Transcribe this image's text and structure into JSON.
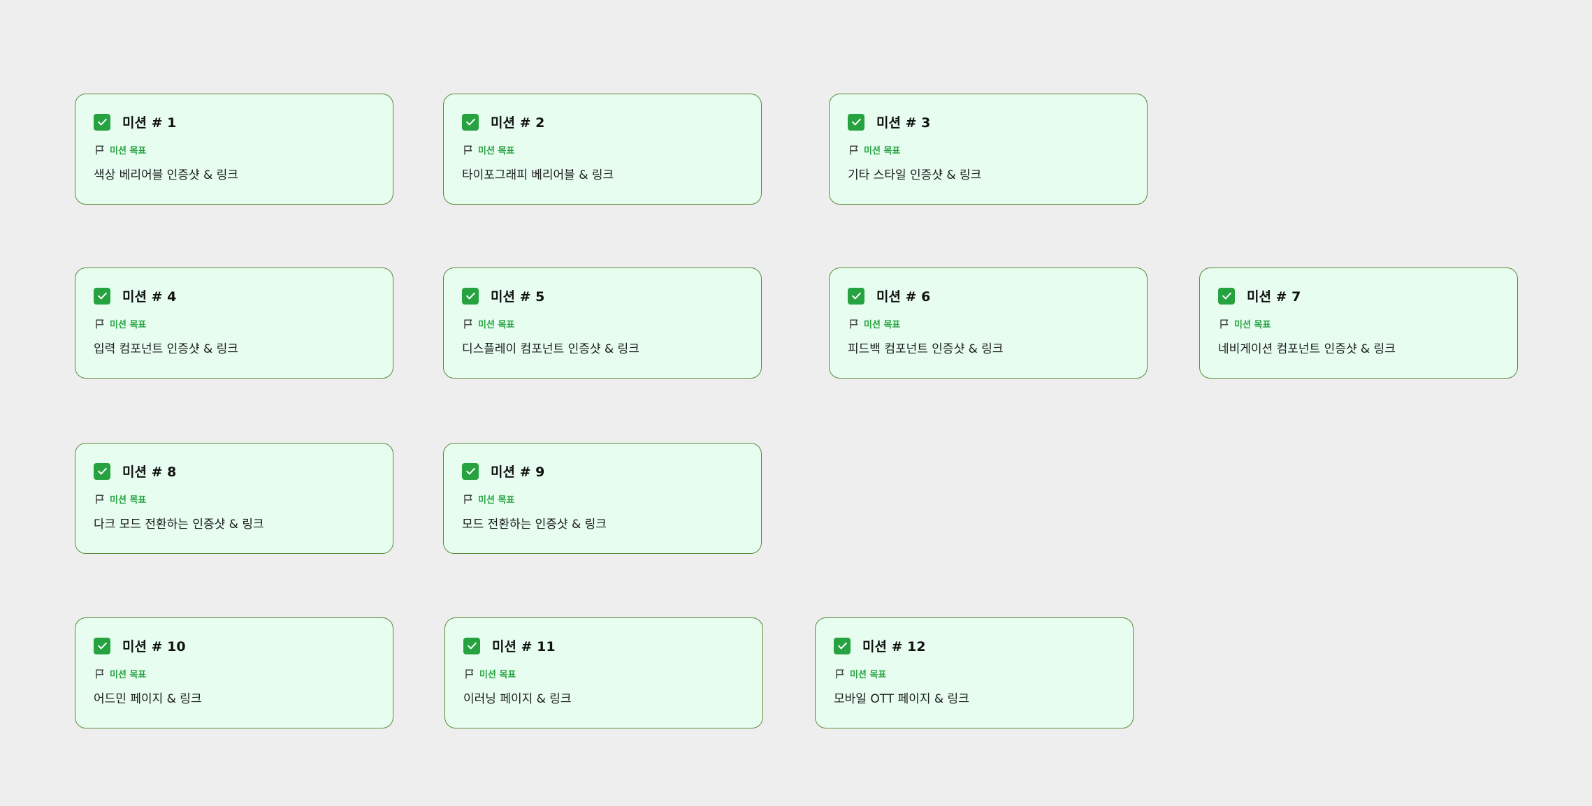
{
  "missions": [
    {
      "title": "미션 # 1",
      "goal_label": "미션 목표",
      "description": "색상 베리어블 인증샷 & 링크",
      "done": true
    },
    {
      "title": "미션 # 2",
      "goal_label": "미션 목표",
      "description": "타이포그래피 베리어블 & 링크",
      "done": true
    },
    {
      "title": "미션 # 3",
      "goal_label": "미션 목표",
      "description": "기타 스타일 인증샷 & 링크",
      "done": true
    },
    {
      "title": "미션 # 4",
      "goal_label": "미션 목표",
      "description": "입력 컴포넌트 인증샷 & 링크",
      "done": true
    },
    {
      "title": "미션 # 5",
      "goal_label": "미션 목표",
      "description": "디스플레이 컴포넌트 인증샷 & 링크",
      "done": true
    },
    {
      "title": "미션 # 6",
      "goal_label": "미션 목표",
      "description": "피드백 컴포넌트 인증샷 & 링크",
      "done": true
    },
    {
      "title": "미션 # 7",
      "goal_label": "미션 목표",
      "description": "네비게이션 컴포넌트 인증샷 & 링크",
      "done": true
    },
    {
      "title": "미션 # 8",
      "goal_label": "미션 목표",
      "description": "다크 모드 전환하는 인증샷 & 링크",
      "done": true
    },
    {
      "title": "미션 # 9",
      "goal_label": "미션 목표",
      "description": "모드 전환하는 인증샷 & 링크",
      "done": true
    },
    {
      "title": "미션 # 10",
      "goal_label": "미션 목표",
      "description": "어드민 페이지 & 링크",
      "done": true
    },
    {
      "title": "미션 # 11",
      "goal_label": "미션 목표",
      "description": "이러닝 페이지 & 링크",
      "done": true
    },
    {
      "title": "미션 # 12",
      "goal_label": "미션 목표",
      "description": "모바일 OTT 페이지 & 링크",
      "done": true
    }
  ],
  "icons": {
    "check": "check-icon",
    "flag": "flag-icon"
  },
  "colors": {
    "background": "#eeeeee",
    "card_background": "#e6fdef",
    "card_border": "#5c8a3a",
    "accent_green": "#27a241"
  }
}
